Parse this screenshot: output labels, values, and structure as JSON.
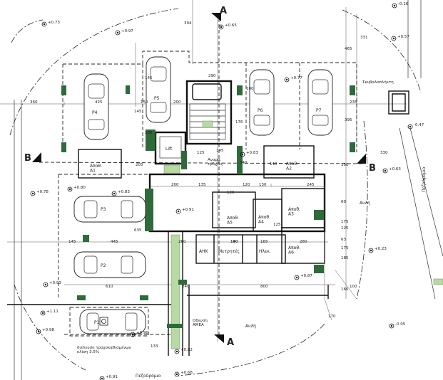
{
  "section_marks": {
    "a": "A",
    "b": "B"
  },
  "rooms": {
    "storage_a1": "Αποθ.\nA1",
    "storage_a2": "Αποθ.\nA2",
    "storage_a3": "Αποθ.\nA3",
    "storage_a4": "Αποθ.\nA4",
    "storage_a5": "Αποθ.\nA5",
    "storage_a6": "Αποθ.\nA6",
    "lift": "Lift",
    "ahk": "ΑΗΚ",
    "meters": "Μετρητές",
    "elec": "Ηλεκ.",
    "ramp": "Αναρρ.\nτρόχιος",
    "garbage": "Σκυβαλοπλήκτη"
  },
  "parking": [
    "P1",
    "P2",
    "P3",
    "P4",
    "P5",
    "P6",
    "P7"
  ],
  "labels": {
    "courtyard": "Αυλή",
    "courtyard2": "Αυλή",
    "sidewalk_right": "Πεζοδρόμιο",
    "sidewalk_bottom": "Πεζοδρόμιο",
    "amea_path": "Οδευση\nΑΜΕΑ",
    "wheelchair_ramp": "διέλευση τροχοκαθισμένων\nκλίση 3.5%"
  },
  "levels": [
    "-0.16",
    "+0.73",
    "+0.97",
    "+0.65",
    "+0.57",
    "+0.77",
    "-0.47",
    "+0.83",
    "+0.63",
    "+0.78",
    "+0.80",
    "+0.83",
    "+0.91",
    "+0.23",
    "+0.87",
    "+0.93",
    "+1.11",
    "+0.98",
    "+0.90",
    "-0.05",
    "+0.82",
    "+0.68",
    "+0.91"
  ],
  "dimensions": [
    "360",
    "150",
    "200",
    "425",
    "465",
    "394",
    "331",
    "145",
    "290",
    "100",
    "145",
    "200",
    "176",
    "395",
    "235",
    "125",
    "145",
    "205",
    "150",
    "200",
    "135",
    "120",
    "130",
    "245",
    "140",
    "120",
    "60",
    "175",
    "125",
    "635",
    "145",
    "445",
    "260",
    "280",
    "140",
    "165",
    "63",
    "185",
    "800",
    "610",
    "240",
    "170",
    "160",
    "100",
    "133",
    "190",
    "175",
    "125",
    "340",
    "330"
  ]
}
